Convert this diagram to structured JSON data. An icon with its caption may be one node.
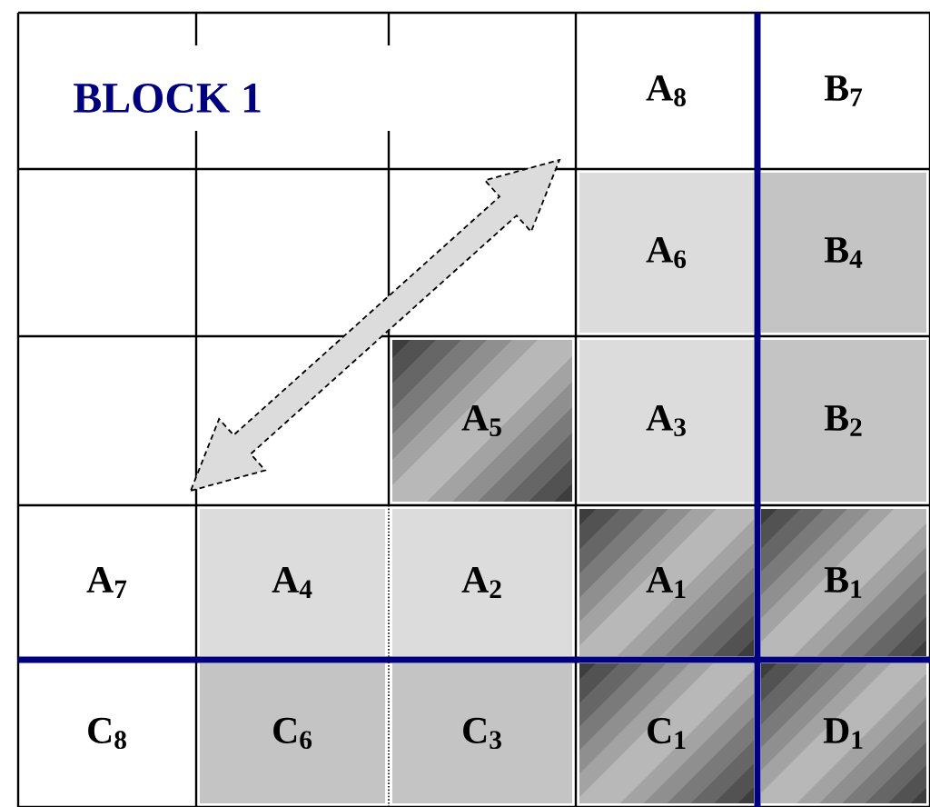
{
  "diagram": {
    "labels": [
      "BLOCK 1",
      "A$_{8}$",
      "B$_{7}$",
      "A$_{6}$",
      "B$_{4}$",
      "A$_{5}$",
      "A$_{3}$",
      "B$_{2}$",
      "A$_{7}$",
      "A$_{4}$",
      "A$_{2}$",
      "A$_{1}$",
      "B$_{1}$",
      "C$_{8}$",
      "C$_{6}$",
      "C$_{3}$",
      "C$_{1}$",
      "D$_{1}$"
    ]
  }
}
